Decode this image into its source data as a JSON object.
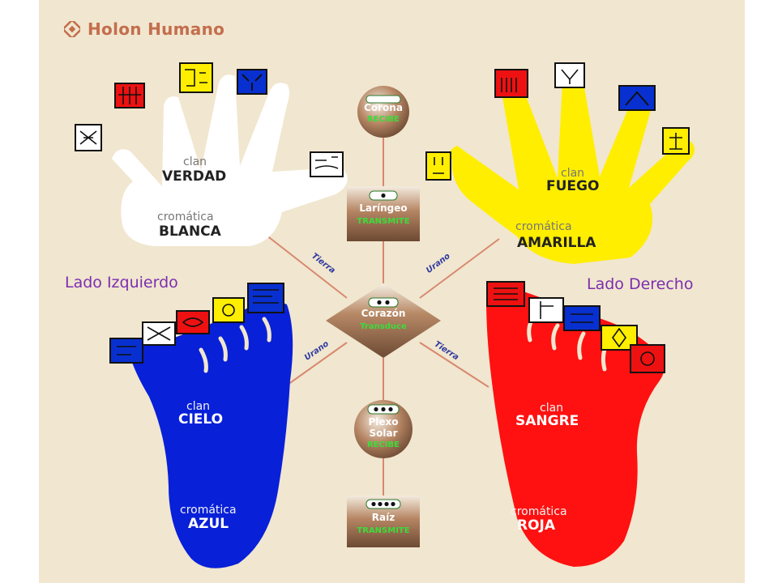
{
  "header": {
    "title": "Holon Humano"
  },
  "sides": {
    "left": "Lado Izquierdo",
    "right": "Lado Derecho"
  },
  "clans": {
    "verdad": {
      "clan_word": "clan",
      "clan_name": "VERDAD",
      "chromatic_word": "cromática",
      "chromatic_name": "BLANCA",
      "color": "#ffffff"
    },
    "fuego": {
      "clan_word": "clan",
      "clan_name": "FUEGO",
      "chromatic_word": "cromática",
      "chromatic_name": "AMARILLA",
      "color": "#ffee00"
    },
    "cielo": {
      "clan_word": "clan",
      "clan_name": "CIELO",
      "chromatic_word": "cromática",
      "chromatic_name": "AZUL",
      "color": "#0820d8"
    },
    "sangre": {
      "clan_word": "clan",
      "clan_name": "SANGRE",
      "chromatic_word": "cromática",
      "chromatic_name": "ROJA",
      "color": "#ff1111"
    }
  },
  "lines": {
    "tierra": "Tierra",
    "urano": "Urano"
  },
  "nodes": {
    "corona": {
      "name": "Corona",
      "action": "RECIBE"
    },
    "laringeo": {
      "name": "Laríngeo",
      "action": "TRANSMITE"
    },
    "corazon": {
      "name": "Corazón",
      "action": "Transduce"
    },
    "plexo": {
      "name_line1": "Plexo",
      "name_line2": "Solar",
      "action": "RECIBE"
    },
    "raiz": {
      "name": "Raíz",
      "action": "TRANSMITE"
    }
  },
  "colors": {
    "background": "#f1e6cf",
    "header": "#c36e4d",
    "side_labels": "#7b2eb0",
    "node_action": "#3bdc3b",
    "lines": "#d88870"
  }
}
